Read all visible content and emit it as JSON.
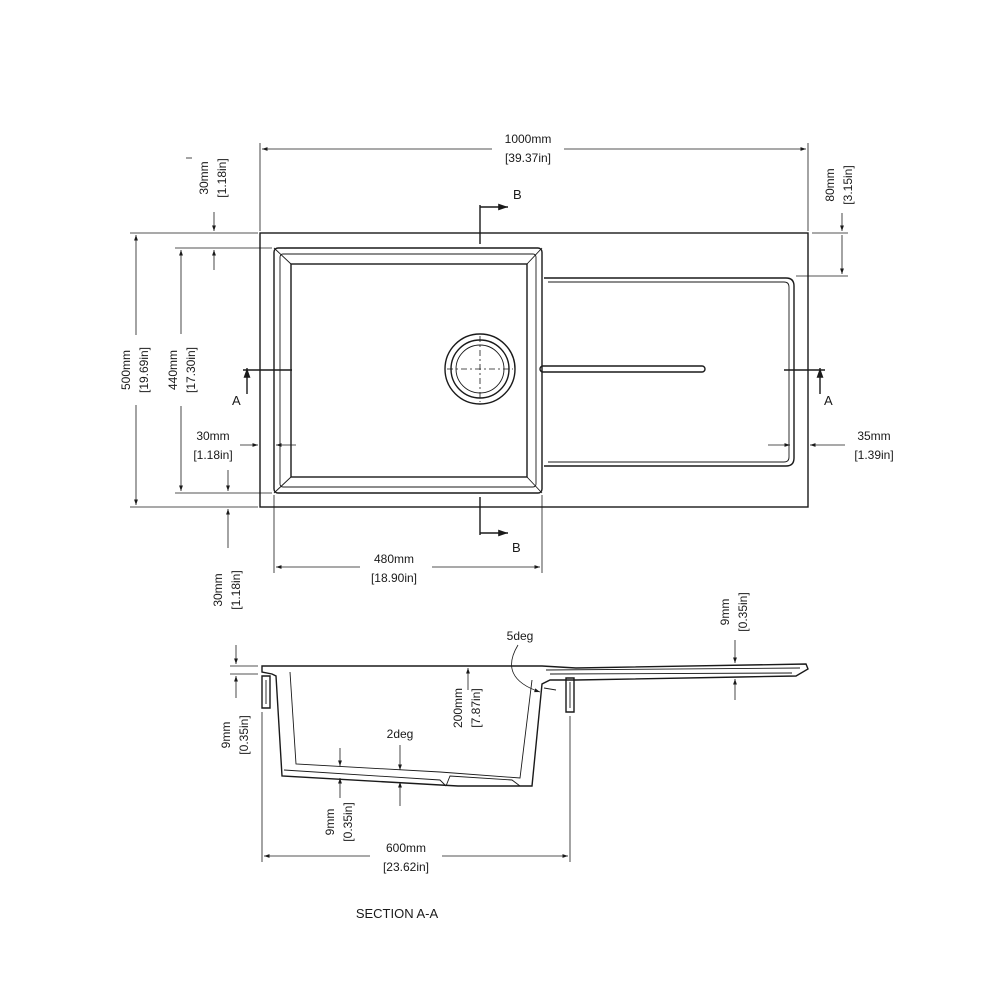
{
  "top_view": {
    "overall_width": {
      "mm": "1000mm",
      "in": "[39.37in]"
    },
    "overall_depth": {
      "mm": "500mm",
      "in": "[19.69in]"
    },
    "bowl_depth": {
      "mm": "440mm",
      "in": "[17.30in]"
    },
    "bowl_width": {
      "mm": "480mm",
      "in": "[18.90in]"
    },
    "top_margin": {
      "mm": "30mm",
      "in": "[1.18in]"
    },
    "left_margin": {
      "mm": "30mm",
      "in": "[1.18in]"
    },
    "bottom_margin": {
      "mm": "30mm",
      "in": "[1.18in]"
    },
    "drainer_offset": {
      "mm": "80mm",
      "in": "[3.15in]"
    },
    "drainer_margin": {
      "mm": "35mm",
      "in": "[1.39in]"
    },
    "section_a_label": "A",
    "section_b_label": "B"
  },
  "section_view": {
    "title": "SECTION A-A",
    "rim_thickness": {
      "mm": "9mm",
      "in": "[0.35in]"
    },
    "drainer_thickness": {
      "mm": "9mm",
      "in": "[0.35in]"
    },
    "floor_thickness": {
      "mm": "9mm",
      "in": "[0.35in]"
    },
    "bowl_height": {
      "mm": "200mm",
      "in": "[7.87in]"
    },
    "section_width": {
      "mm": "600mm",
      "in": "[23.62in]"
    },
    "wall_angle": "5deg",
    "floor_angle": "2deg"
  }
}
